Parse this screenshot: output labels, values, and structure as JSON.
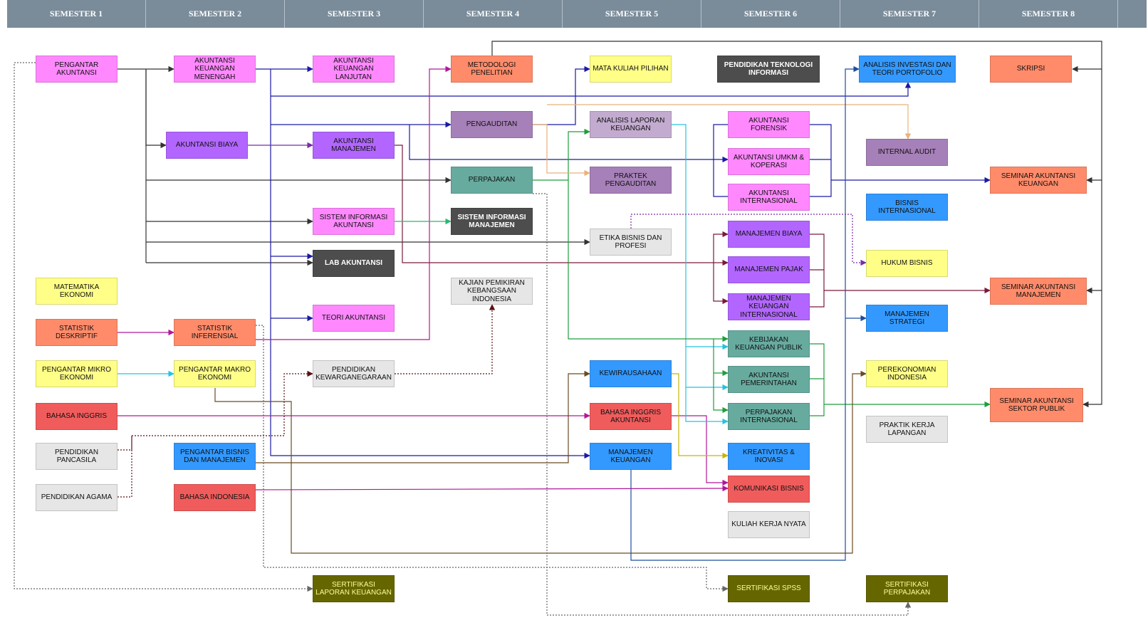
{
  "semesters": [
    "SEMESTER 1",
    "SEMESTER 2",
    "SEMESTER 3",
    "SEMESTER 4",
    "SEMESTER 5",
    "SEMESTER 6",
    "SEMESTER 7",
    "SEMESTER 8"
  ],
  "colors": {
    "pink": "#ff99ff",
    "purple": "#b266ff",
    "lilac": "#a680b8",
    "salmon": "#ff8b6a",
    "yellow": "#ffff88",
    "grey": "#e6e6e6",
    "dark": "#4d4d4d",
    "teal": "#67ab9f",
    "blue": "#3399ff",
    "red": "#f05c5c",
    "olive": "#666600",
    "lightpurple": "#c3abd0",
    "magenta": "#ff88ff"
  },
  "courses": {
    "s1_pengantar_akuntansi": "PENGANTAR AKUNTANSI",
    "s1_matematika_ekonomi": "MATEMATIKA EKONOMI",
    "s1_statistik_deskriptif": "STATISTIK DESKRIPTIF",
    "s1_pengantar_mikro": "PENGANTAR MIKRO EKONOMI",
    "s1_bahasa_inggris": "BAHASA INGGRIS",
    "s1_pendidikan_pancasila": "PENDIDIKAN PANCASILA",
    "s1_pendidikan_agama": "PENDIDIKAN AGAMA",
    "s2_akuntansi_keuangan_menengah": "AKUNTANSI KEUANGAN MENENGAH",
    "s2_akuntansi_biaya": "AKUNTANSI BIAYA",
    "s2_statistik_inferensial": "STATISTIK INFERENSIAL",
    "s2_pengantar_makro": "PENGANTAR MAKRO EKONOMI",
    "s2_pengantar_bisnis": "PENGANTAR BISNIS DAN MANAJEMEN",
    "s2_bahasa_indonesia": "BAHASA INDONESIA",
    "s3_akuntansi_keuangan_lanjutan": "AKUNTANSI KEUANGAN LANJUTAN",
    "s3_akuntansi_manajemen": "AKUNTANSI MANAJEMEN",
    "s3_sistem_informasi_akuntansi": "SISTEM INFORMASI AKUNTANSI",
    "s3_lab_akuntansi": "LAB AKUNTANSI",
    "s3_teori_akuntansi": "TEORI AKUNTANSI",
    "s3_pendidikan_kewarganegaraan": "PENDIDIKAN KEWARGANEGARAAN",
    "s3_sertifikasi_laporan_keuangan": "SERTIFIKASI LAPORAN KEUANGAN",
    "s4_metodologi_penelitian": "METODOLOGI PENELITIAN",
    "s4_pengauditan": "PENGAUDITAN",
    "s4_perpajakan": "PERPAJAKAN",
    "s4_sistem_informasi_manajemen": "SISTEM INFORMASI MANAJEMEN",
    "s4_kajian_pemikiran": "KAJIAN PEMIKIRAN KEBANGSAAN INDONESIA",
    "s5_mata_kuliah_pilihan": "MATA KULIAH PILIHAN",
    "s5_analisis_laporan_keuangan": "ANALISIS LAPORAN KEUANGAN",
    "s5_praktek_pengauditan": "PRAKTEK PENGAUDITAN",
    "s5_etika_bisnis": "ETIKA BISNIS DAN PROFESI",
    "s5_kewirausahaan": "KEWIRAUSAHAAN",
    "s5_bahasa_inggris_akuntansi": "BAHASA INGGRIS AKUNTANSI",
    "s5_manajemen_keuangan": "MANAJEMEN KEUANGAN",
    "s6_pendidikan_teknologi_informasi": "PENDIDIKAN TEKNOLOGI INFORMASI",
    "s6_akuntansi_forensik": "AKUNTANSI FORENSIK",
    "s6_akuntansi_umkm": "AKUNTANSI UMKM & KOPERASI",
    "s6_akuntansi_internasional": "AKUNTANSI INTERNASIONAL",
    "s6_manajemen_biaya": "MANAJEMEN BIAYA",
    "s6_manajemen_pajak": "MANAJEMEN PAJAK",
    "s6_manajemen_keuangan_internasional": "MANAJEMEN KEUANGAN INTERNASIONAL",
    "s6_kebijakan_keuangan_publik": "KEBIJAKAN KEUANGAN PUBLIK",
    "s6_akuntansi_pemerintahan": "AKUNTANSI PEMERINTAHAN",
    "s6_perpajakan_internasional": "PERPAJAKAN INTERNASIONAL",
    "s6_kreativitas_inovasi": "KREATIVITAS & INOVASI",
    "s6_komunikasi_bisnis": "KOMUNIKASI BISNIS",
    "s6_kuliah_kerja_nyata": "KULIAH KERJA NYATA",
    "s6_sertifikasi_spss": "SERTIFIKASI SPSS",
    "s7_analisis_investasi": "ANALISIS INVESTASI DAN TEORI PORTOFOLIO",
    "s7_internal_audit": "INTERNAL AUDIT",
    "s7_bisnis_internasional": "BISNIS INTERNASIONAL",
    "s7_hukum_bisnis": "HUKUM BISNIS",
    "s7_manajemen_strategi": "MANAJEMEN STRATEGI",
    "s7_perekonomian_indonesia": "PEREKONOMIAN INDONESIA",
    "s7_praktik_kerja_lapangan": "PRAKTIK KERJA LAPANGAN",
    "s7_sertifikasi_perpajakan": "SERTIFIKASI PERPAJAKAN",
    "s8_skripsi": "SKRIPSI",
    "s8_seminar_akuntansi_keuangan": "SEMINAR AKUNTANSI KEUANGAN",
    "s8_seminar_akuntansi_manajemen": "SEMINAR AKUNTANSI MANAJEMEN",
    "s8_seminar_akuntansi_sektor_publik": "SEMINAR AKUNTANSI SEKTOR PUBLIK"
  },
  "line_colors": {
    "black": "#333333",
    "navy": "#1a1aa6",
    "purple": "#7a2ba8",
    "magenta": "#b0179a",
    "cyan": "#22c4e0",
    "green": "#1f9e3a",
    "lightgreen": "#2bb673",
    "brown": "#6b4a22",
    "darkred": "#7a1a3a",
    "tan": "#e8b27a",
    "mustard": "#c9b400",
    "grey": "#666666",
    "darkblue": "#1f4e9e",
    "maroon": "#5a1010"
  }
}
